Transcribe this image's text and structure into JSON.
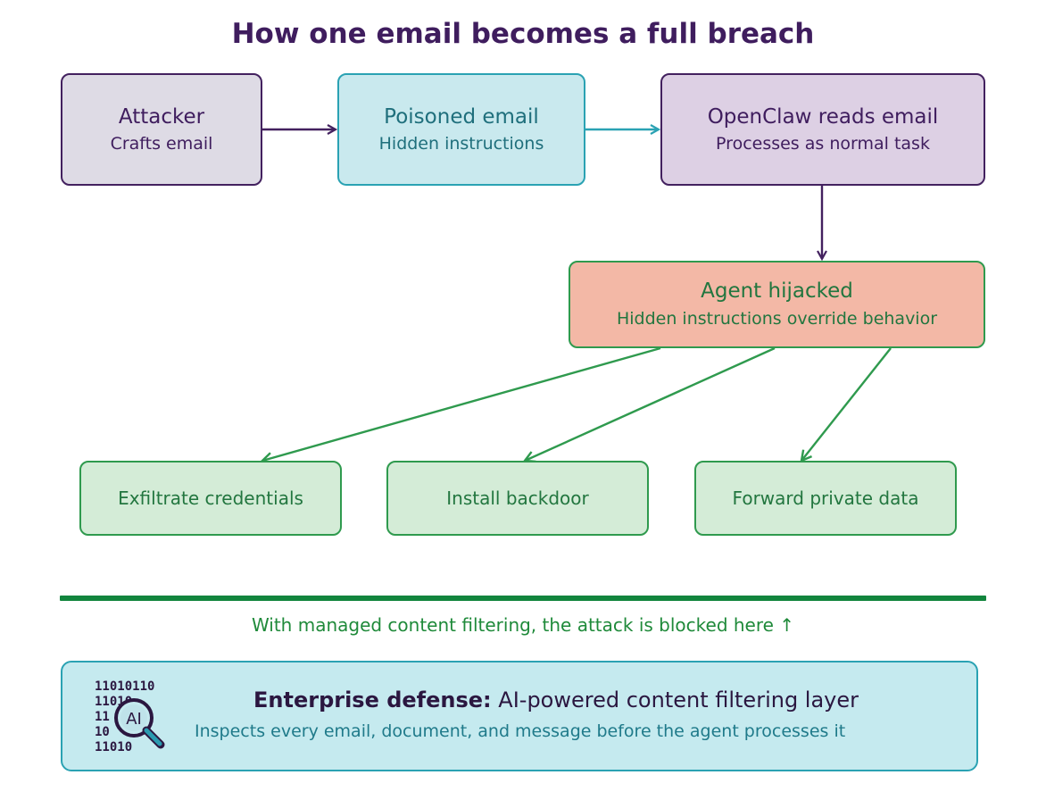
{
  "title": "How one email becomes a full breach",
  "nodes": {
    "attacker": {
      "title": "Attacker",
      "subtitle": "Crafts email"
    },
    "poisoned": {
      "title": "Poisoned email",
      "subtitle": "Hidden instructions"
    },
    "openclaw": {
      "title": "OpenClaw reads email",
      "subtitle": "Processes as normal task"
    },
    "hijacked": {
      "title": "Agent hijacked",
      "subtitle": "Hidden instructions override behavior"
    },
    "outcomes": [
      "Exfiltrate credentials",
      "Install backdoor",
      "Forward private data"
    ]
  },
  "blocked_note": "With managed content filtering, the attack is blocked here ↑",
  "defense": {
    "title_bold": "Enterprise defense:",
    "title_rest": " AI-powered content filtering layer",
    "subtitle": "Inspects every email, document, and message before the agent processes it",
    "icon": "ai-binary-magnifier-icon",
    "icon_text": {
      "ai": "AI",
      "binary": [
        "11010110",
        "11010",
        "11",
        "10",
        "11010"
      ]
    }
  },
  "colors": {
    "title": "#3f1d5e",
    "purple_border": "#43215f",
    "teal_border": "#2aa2b3",
    "green_border": "#2f9a4e",
    "hijacked_fill": "#f3b8a6",
    "divider": "#12853d"
  }
}
